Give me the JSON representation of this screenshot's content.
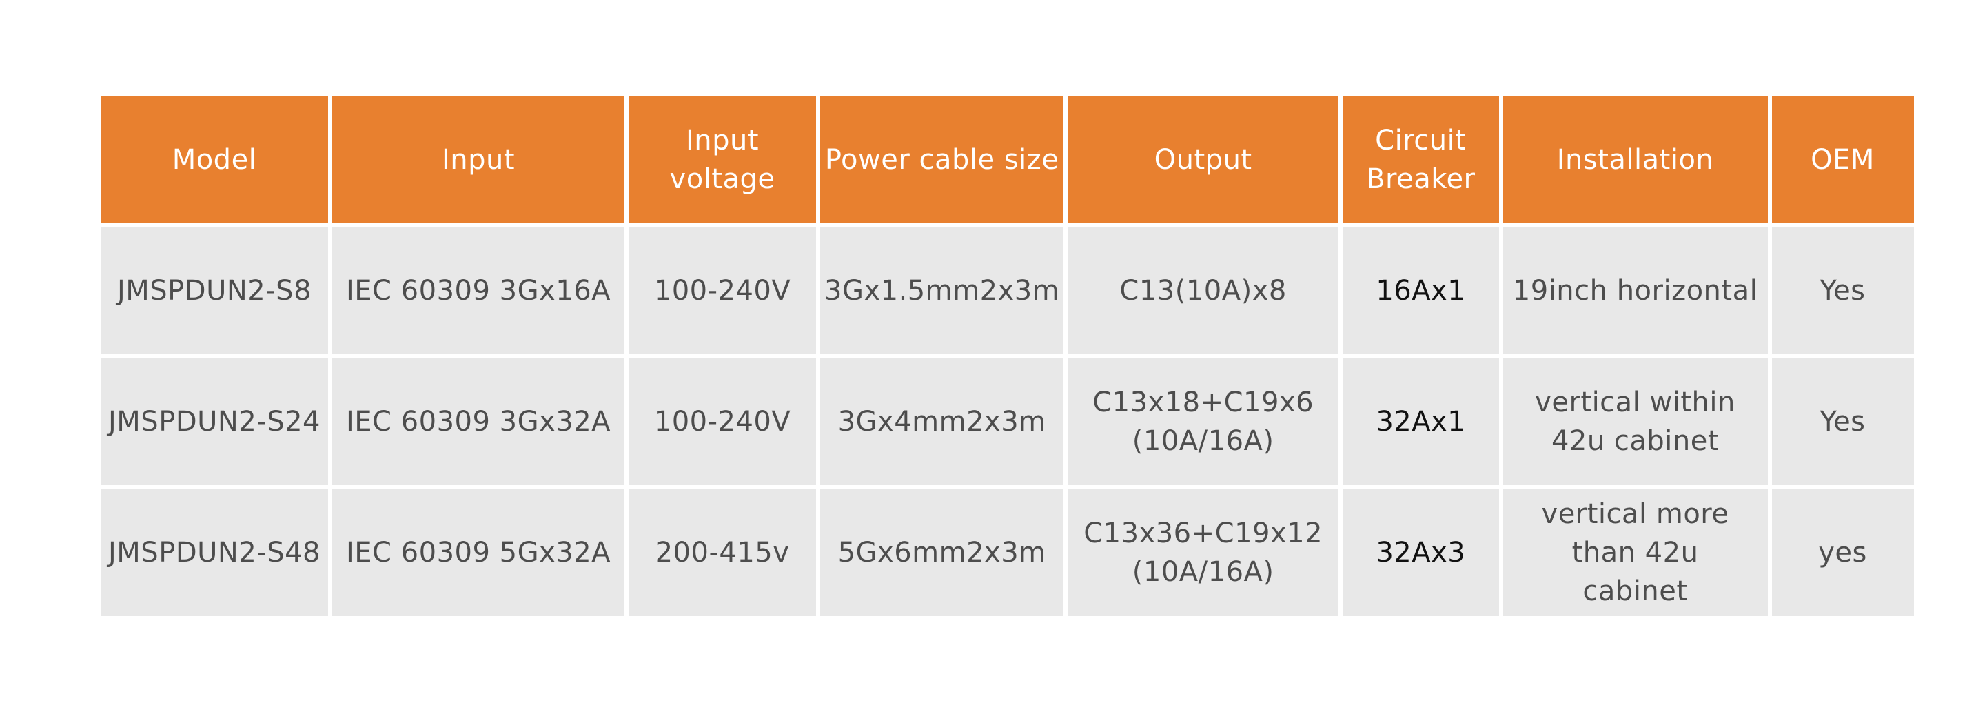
{
  "table": {
    "headers": [
      "Model",
      "Input",
      "Input voltage",
      "Power cable size",
      "Output",
      "Circuit Breaker",
      "Installation",
      "OEM"
    ],
    "rows": [
      [
        "JMSPDUN2-S8",
        "IEC 60309 3Gx16A",
        "100-240V",
        "3Gx1.5mm2x3m",
        "C13(10A)x8",
        "16Ax1",
        "19inch horizontal",
        "Yes"
      ],
      [
        "JMSPDUN2-S24",
        "IEC 60309 3Gx32A",
        "100-240V",
        "3Gx4mm2x3m",
        "C13x18+C19x6 (10A/16A)",
        "32Ax1",
        "vertical within 42u cabinet",
        "Yes"
      ],
      [
        "JMSPDUN2-S48",
        "IEC 60309 5Gx32A",
        "200-415v",
        "5Gx6mm2x3m",
        "C13x36+C19x12 (10A/16A)",
        "32Ax3",
        "vertical more than 42u cabinet",
        "yes"
      ]
    ]
  },
  "colors": {
    "header_bg": "#e8802f",
    "header_text": "#ffffff",
    "cell_bg": "#e8e8e8",
    "cell_text": "#4d4d4d"
  }
}
